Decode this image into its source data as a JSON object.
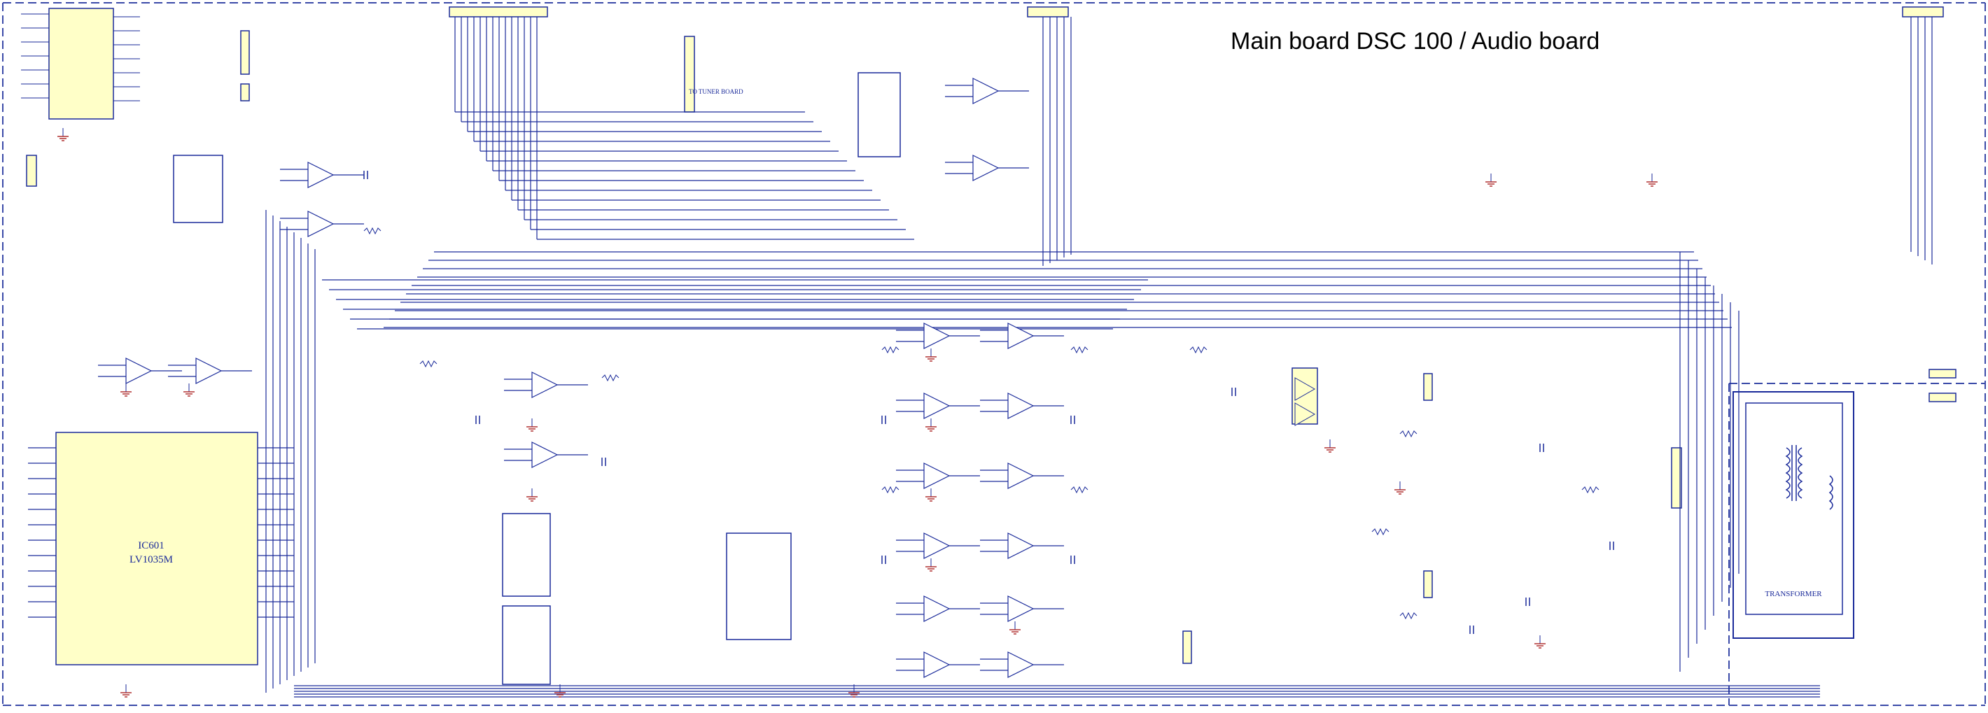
{
  "title": "Main board DSC 100 / Audio board",
  "labels": {
    "tuner": "TO TUNER BOARD",
    "ic601": "IC601",
    "ic601_part": "LV1035M",
    "transformer": "TRANSFORMER"
  },
  "colors": {
    "wire": "#1a2a9a",
    "ground": "#b03030",
    "ic_fill": "#ffffc8",
    "border": "#3a4aa8"
  }
}
